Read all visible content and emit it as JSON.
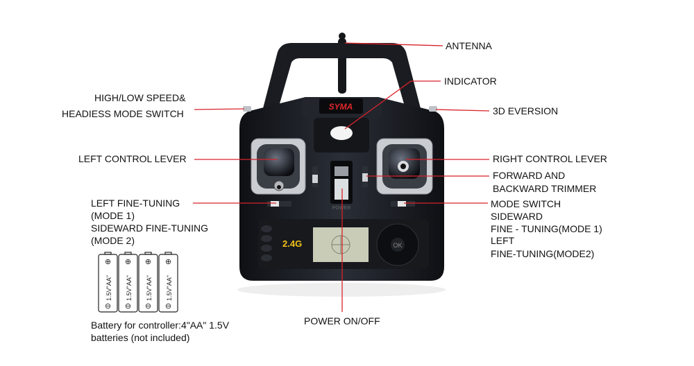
{
  "brand": "SYMA",
  "labels": {
    "antenna": "ANTENNA",
    "indicator": "INDICATOR",
    "speed_switch_1": "HIGH/LOW SPEED&",
    "speed_switch_2": "HEADIESS MODE SWITCH",
    "eversion": "3D EVERSION",
    "left_lever": "LEFT CONTROL LEVER",
    "right_lever": "RIGHT CONTROL LEVER",
    "trimmer_1": "FORWARD AND",
    "trimmer_2": "BACKWARD TRIMMER",
    "left_fine_1": "LEFT FINE-TUNING",
    "left_fine_2": "(MODE 1)",
    "left_fine_3": "SIDEWARD FINE-TUNING",
    "left_fine_4": "(MODE 2)",
    "mode_switch_1": "MODE SWITCH",
    "mode_switch_2": "SIDEWARD",
    "mode_switch_3": "FINE - TUNING(MODE 1)",
    "mode_switch_4": "LEFT",
    "mode_switch_5": "FINE-TUNING(MODE2)",
    "power": "POWER ON/OFF"
  },
  "controller": {
    "power_text": "POWER",
    "band": "2.4G",
    "ok": "OK"
  },
  "battery": {
    "cell_label": "1.5V\"AA\"",
    "count": 4,
    "note_1": "Battery for controller:4\"AA\" 1.5V",
    "note_2": "batteries (not included)"
  },
  "colors": {
    "leader": "#d8232a",
    "body": "#1c1f26"
  }
}
